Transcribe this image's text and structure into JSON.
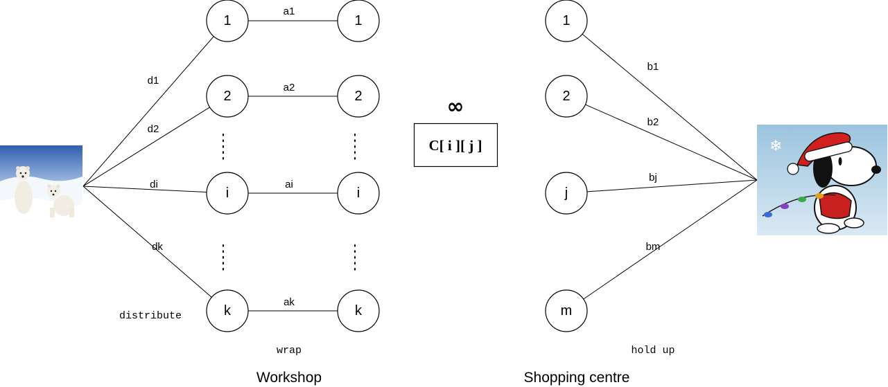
{
  "workshop": {
    "title": "Workshop",
    "caption": "wrap",
    "distribute_label": "distribute",
    "left_nodes": [
      "1",
      "2",
      "i",
      "k"
    ],
    "right_nodes": [
      "1",
      "2",
      "i",
      "k"
    ],
    "a_labels": [
      "a1",
      "a2",
      "ai",
      "ak"
    ],
    "d_labels": [
      "d1",
      "d2",
      "di",
      "dk"
    ]
  },
  "cost": {
    "symbol": "∞",
    "matrix": "C[ i ][ j ]"
  },
  "shopping": {
    "title": "Shopping centre",
    "caption": "hold up",
    "nodes": [
      "1",
      "2",
      "j",
      "m"
    ],
    "b_labels": [
      "b1",
      "b2",
      "bj",
      "bm"
    ]
  },
  "images": {
    "source": "polar-bears-image",
    "sink": "snoopy-santa-image"
  }
}
